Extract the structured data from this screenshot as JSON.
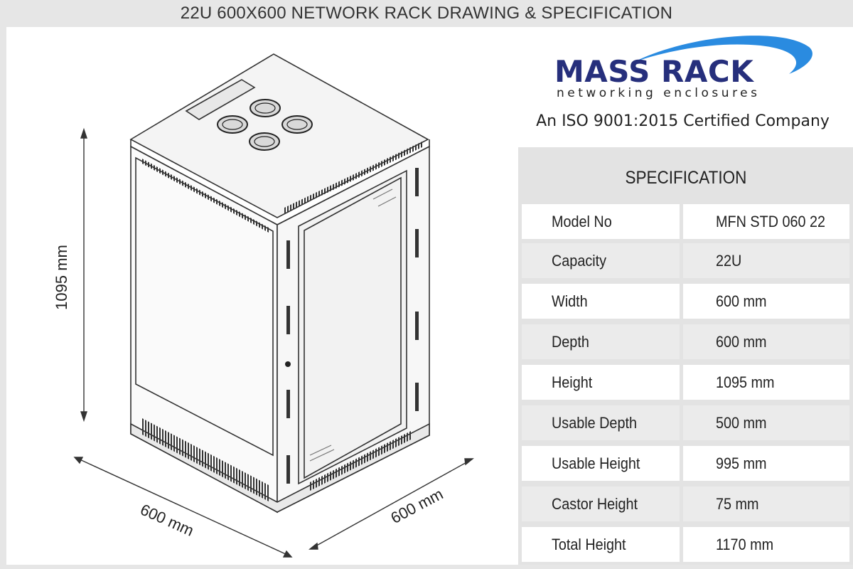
{
  "page_title": "22U 600X600 NETWORK RACK DRAWING & SPECIFICATION",
  "brand": {
    "name": "MASS RACK",
    "tagline": "networking enclosures",
    "certification": "An ISO 9001:2015 Certified Company",
    "color": "#262f7c",
    "swoosh_color": "#2a8be0"
  },
  "drawing": {
    "dimension_height": "1095 mm",
    "dimension_width": "600 mm",
    "dimension_depth": "600 mm"
  },
  "spec": {
    "heading": "SPECIFICATION",
    "rows": [
      {
        "label": "Model No",
        "value": "MFN STD 060 22"
      },
      {
        "label": "Capacity",
        "value": "22U"
      },
      {
        "label": "Width",
        "value": "600 mm"
      },
      {
        "label": "Depth",
        "value": "600 mm"
      },
      {
        "label": "Height",
        "value": "1095 mm"
      },
      {
        "label": "Usable Depth",
        "value": "500 mm"
      },
      {
        "label": "Usable Height",
        "value": "995 mm"
      },
      {
        "label": "Castor Height",
        "value": "75 mm"
      },
      {
        "label": "Total Height",
        "value": "1170 mm"
      }
    ]
  }
}
